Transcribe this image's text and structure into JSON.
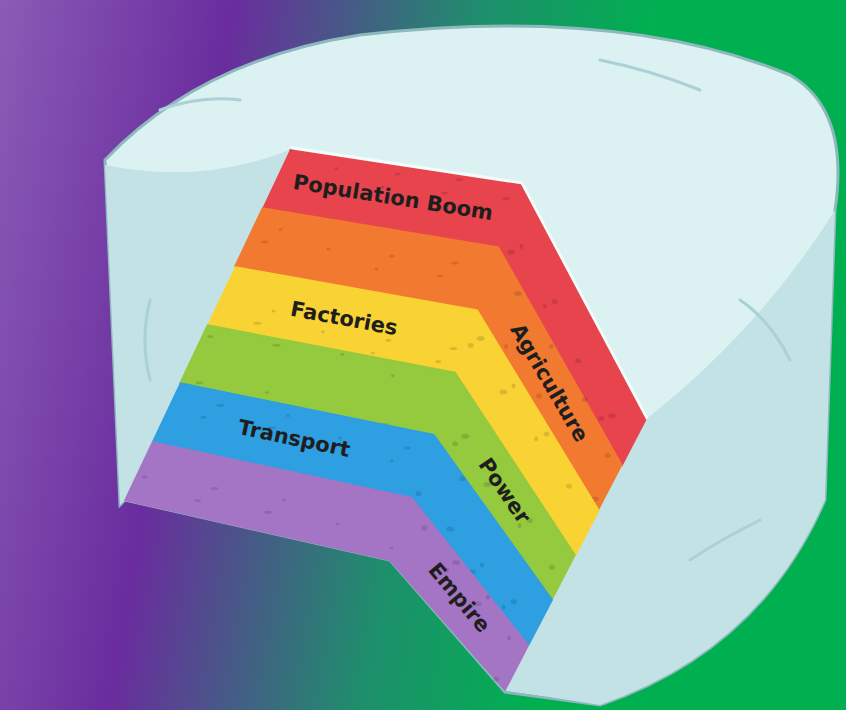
{
  "diagram": {
    "nodes": [
      {
        "text": [
          "Population Boom"
        ]
      },
      {
        "text": [
          "Agriculture"
        ]
      },
      {
        "text": [
          "Factories"
        ]
      },
      {
        "text": [
          "Power"
        ]
      },
      {
        "text": [
          "Transport"
        ]
      },
      {
        "text": [
          "Empire"
        ]
      }
    ]
  }
}
